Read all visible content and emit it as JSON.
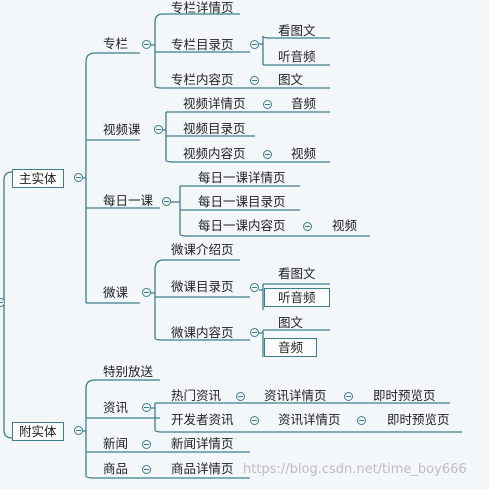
{
  "root": {
    "main": {
      "label": "主实体",
      "children": {
        "column": {
          "label": "专栏",
          "detail": "专栏详情页",
          "catalog": {
            "label": "专栏目录页",
            "items": [
              "看图文",
              "听音频"
            ]
          },
          "content": {
            "label": "专栏内容页",
            "item": "图文"
          }
        },
        "video": {
          "label": "视频课",
          "detail": {
            "label": "视频详情页",
            "item": "音频"
          },
          "catalog": "视频目录页",
          "content": {
            "label": "视频内容页",
            "item": "视频"
          }
        },
        "daily": {
          "label": "每日一课",
          "detail": "每日一课详情页",
          "catalog": "每日一课目录页",
          "content": {
            "label": "每日一课内容页",
            "item": "视频"
          }
        },
        "micro": {
          "label": "微课",
          "intro": "微课介绍页",
          "catalog": {
            "label": "微课目录页",
            "items": [
              "看图文",
              "听音频"
            ]
          },
          "content": {
            "label": "微课内容页",
            "items": [
              "图文",
              "音频"
            ]
          }
        }
      }
    },
    "aux": {
      "label": "附实体",
      "children": {
        "special": "特别放送",
        "news_info": {
          "label": "资讯",
          "hot": {
            "label": "热门资讯",
            "detail": "资讯详情页",
            "preview": "即时预览页"
          },
          "dev": {
            "label": "开发者资讯",
            "detail": "资讯详情页",
            "preview": "即时预览页"
          }
        },
        "news": {
          "label": "新闻",
          "detail": "新闻详情页"
        },
        "goods": {
          "label": "商品",
          "detail": "商品详情页"
        }
      }
    }
  },
  "watermark": "https://blog.csdn.net/time_boy666",
  "colors": {
    "line": "#3c7f8c",
    "text": "#222222",
    "background": "#f4f7fa"
  }
}
